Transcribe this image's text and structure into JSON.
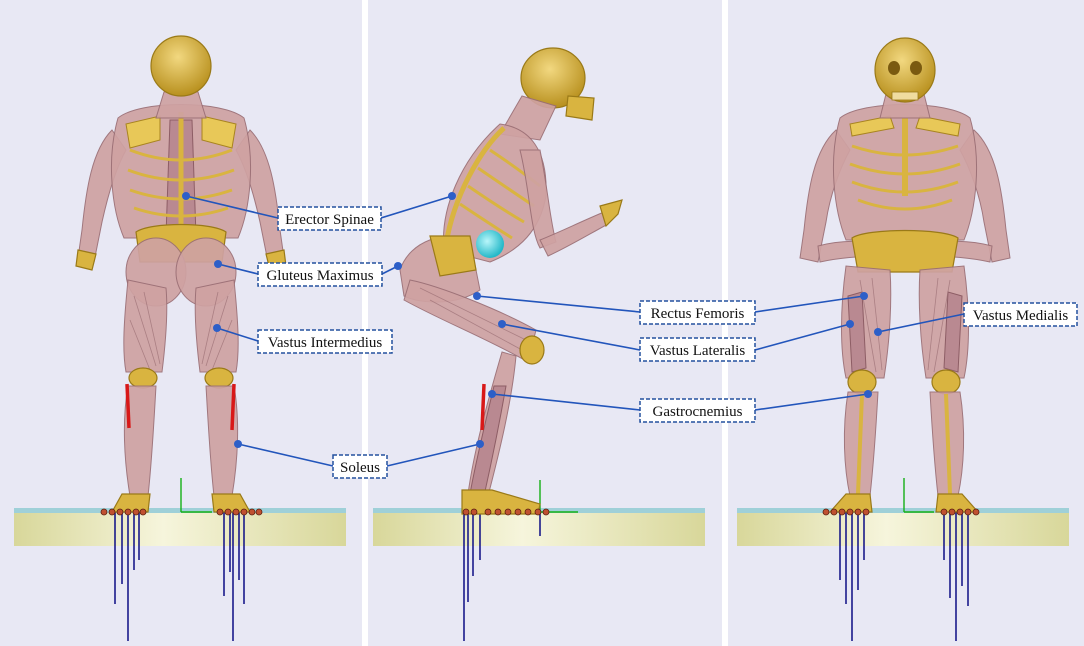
{
  "labels": {
    "erector_spinae": "Erector Spinae",
    "gluteus_maximus": "Gluteus Maximus",
    "vastus_intermedius": "Vastus Intermedius",
    "soleus": "Soleus",
    "rectus_femoris": "Rectus Femoris",
    "vastus_lateralis": "Vastus Lateralis",
    "gastrocnemius": "Gastrocnemius",
    "vastus_medialis": "Vastus Medialis"
  },
  "colors": {
    "background": "#e8e8f4",
    "bone": "#d9b440",
    "muscle": "#cfa2a2",
    "leader_line": "#2255bb",
    "label_border": "#23519e",
    "force_vector": "#1a1a8a",
    "highlight_muscle": "#d81818",
    "center_of_mass_marker": "#40d8e0",
    "force_plate": "#efeec0"
  },
  "views": [
    "posterior",
    "lateral",
    "anterior"
  ]
}
